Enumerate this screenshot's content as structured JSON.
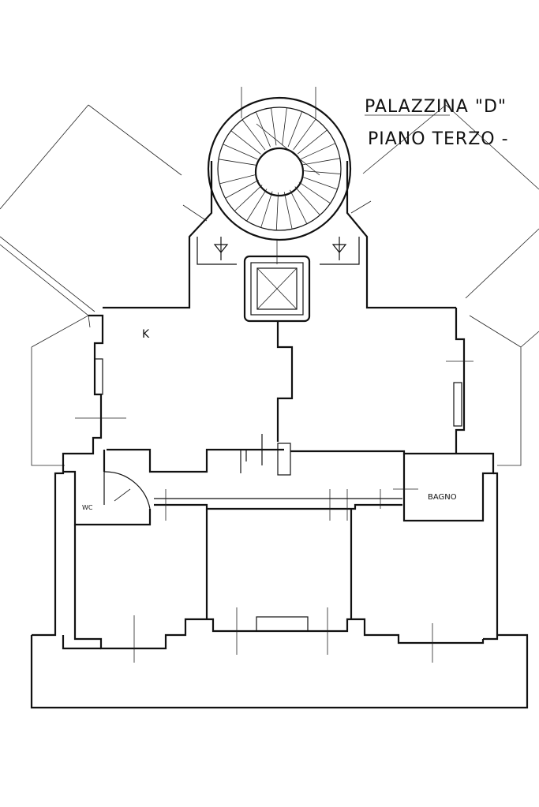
{
  "title": {
    "building": "PALAZZINA \"D\"",
    "floor": "PIANO TERZO -"
  },
  "rooms": {
    "kitchen": "K",
    "wc": "WC",
    "bath": "BAGNO"
  },
  "colors": {
    "ink": "#111111",
    "paper": "#ffffff"
  }
}
